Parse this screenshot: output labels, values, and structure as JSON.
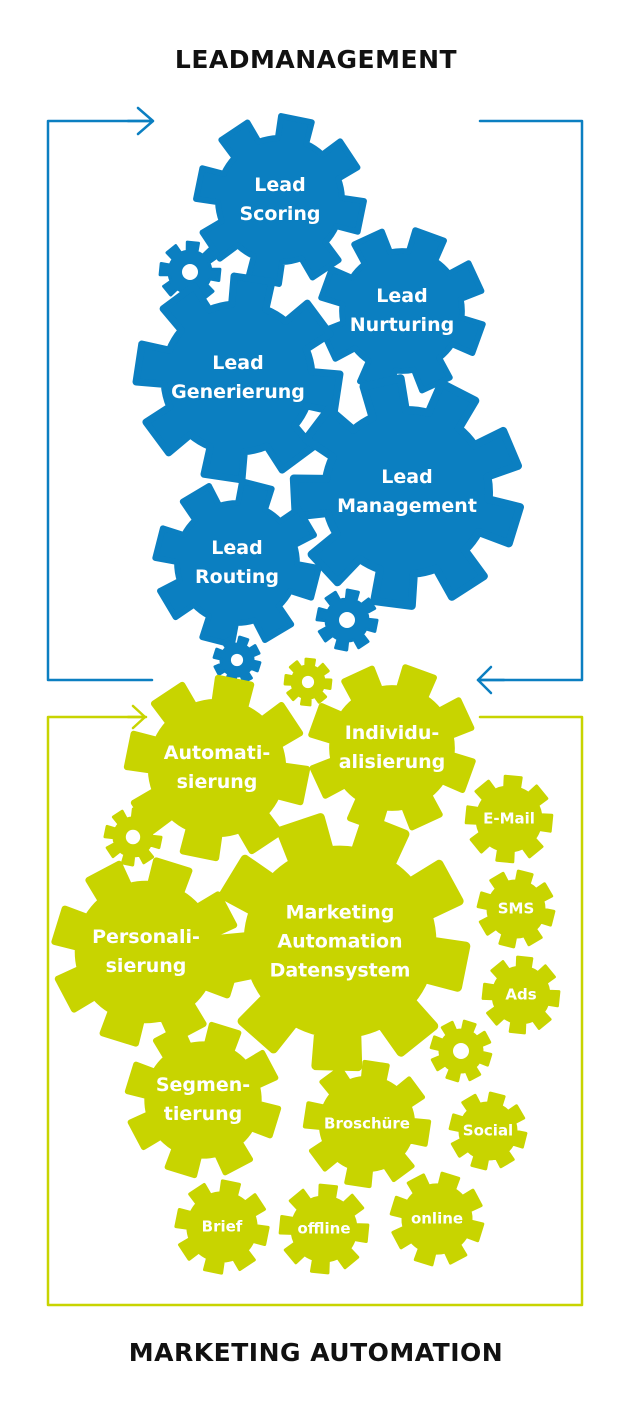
{
  "titles": {
    "top": "LEADMANAGEMENT",
    "bottom": "MARKETING AUTOMATION"
  },
  "colors": {
    "blue": "#0b7fc1",
    "green": "#c8d400",
    "text_on_gear": "#ffffff",
    "heading": "#111111"
  },
  "gears": {
    "lead_scoring": [
      "Lead",
      "Scoring"
    ],
    "lead_nurturing": [
      "Lead",
      "Nurturing"
    ],
    "lead_generierung": [
      "Lead",
      "Generierung"
    ],
    "lead_management": [
      "Lead",
      "Management"
    ],
    "lead_routing": [
      "Lead",
      "Routing"
    ],
    "automatisierung": [
      "Automati-",
      "sierung"
    ],
    "individualisierung": [
      "Individu-",
      "alisierung"
    ],
    "email": [
      "E-Mail"
    ],
    "sms": [
      "SMS"
    ],
    "ads": [
      "Ads"
    ],
    "personalisierung": [
      "Personali-",
      "sierung"
    ],
    "marketing_automation": [
      "Marketing",
      "Automation",
      "Datensystem"
    ],
    "segmentierung": [
      "Segmen-",
      "tierung"
    ],
    "broschuere": [
      "Broschüre"
    ],
    "social": [
      "Social"
    ],
    "brief": [
      "Brief"
    ],
    "offline": [
      "offline"
    ],
    "online": [
      "online"
    ]
  }
}
